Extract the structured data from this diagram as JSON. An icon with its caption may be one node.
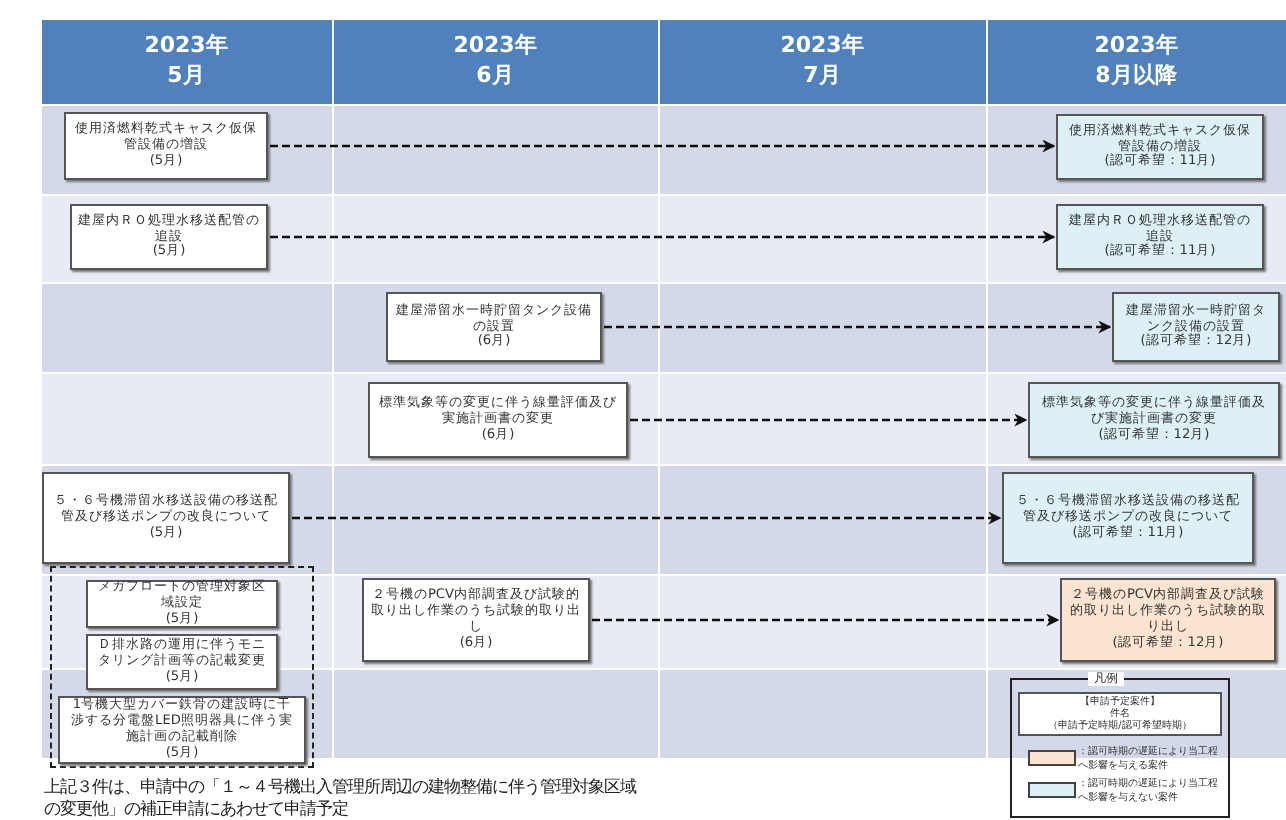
{
  "diagram": {
    "nodes": [
      {
        "text": [
          "使用済燃料乾式キャスク仮保管設備の増設",
          "(5月)"
        ]
      },
      {
        "text": [
          "使用済燃料乾式キャスク仮保管設備の増設",
          "(認可希望：11月)"
        ]
      },
      {
        "text": [
          "建屋内ＲＯ処理水移送配管の追設",
          "(5月)"
        ]
      },
      {
        "text": [
          "建屋内ＲＯ処理水移送配管の追設",
          "(認可希望：11月)"
        ]
      },
      {
        "text": [
          "建屋滞留水一時貯留タンク設備の設置",
          "(6月)"
        ]
      },
      {
        "text": [
          "建屋滞留水一時貯留タンク設備の設置",
          "(認可希望：12月)"
        ]
      },
      {
        "text": [
          "標準気象等の変更に伴う線量評価及び実施計画書の変更",
          "(6月)"
        ]
      },
      {
        "text": [
          "標準気象等の変更に伴う線量評価及び実施計画書の変更",
          "(認可希望：12月)"
        ]
      },
      {
        "text": [
          "５・６号機滞留水移送設備の移送配管及び移送ポンプの改良について",
          "(5月)"
        ]
      },
      {
        "text": [
          "５・６号機滞留水移送設備の移送配管及び移送ポンプの改良について",
          "(認可希望：11月)"
        ]
      },
      {
        "text": [],
        "shape": "box"
      },
      {
        "text": [
          "メガフロートの管理対象区域設定",
          "(5月)"
        ],
        "in": 10
      },
      {
        "text": [
          "Ｄ排水路の運用に伴うモニタリング計画等の記載変更",
          "(5月)"
        ],
        "in": 10
      },
      {
        "text": [
          "1号機大型カバー鉄骨の建設時に干渉する分電盤LED照明器具に伴う実施計画の記載削除",
          "(5月)"
        ],
        "in": 10
      },
      {
        "text": [
          "２号機のPCV内部調査及び試験的取り出し作業のうち試験的取り出し",
          "(6月)"
        ]
      },
      {
        "text": [
          "２号機のPCV内部調査及び試験的取り出し作業のうち試験的取り出し",
          "(認可希望：12月)"
        ]
      },
      {
        "text": [
          "凡例"
        ]
      },
      {
        "text": [
          "【申請予定案件】",
          "件名",
          "（申請予定時期/認可希望時期）"
        ],
        "in": 16
      }
    ],
    "edges": [
      {
        "from": 0,
        "to": 1,
        "arrow": "to",
        "style": "dashed"
      },
      {
        "from": 2,
        "to": 3,
        "arrow": "to",
        "style": "dashed"
      },
      {
        "from": 4,
        "to": 5,
        "arrow": "to",
        "style": "dashed"
      },
      {
        "from": 6,
        "to": 7,
        "arrow": "to",
        "style": "dashed"
      },
      {
        "from": 8,
        "to": 9,
        "arrow": "to",
        "style": "dashed"
      },
      {
        "from": 14,
        "to": 15,
        "arrow": "to",
        "style": "dashed"
      }
    ],
    "labels": [
      "2023年",
      "5月",
      "2023年",
      "6月",
      "2023年",
      "7月",
      "2023年",
      "8月以降",
      "上記３件は、申請中の「１～４号機出入管理所周辺の建物整備に伴う管理対象区域の変更他」の補正申請にあわせて申請予定"
    ],
    "legend": [
      {
        "text": "：認可時期の遅延により当工程へ影響を与える案件",
        "color": "#fce4d0"
      },
      {
        "text": "：認可時期の遅延により当工程へ影響を与えない案件",
        "color": "#dcf0f5"
      }
    ]
  }
}
